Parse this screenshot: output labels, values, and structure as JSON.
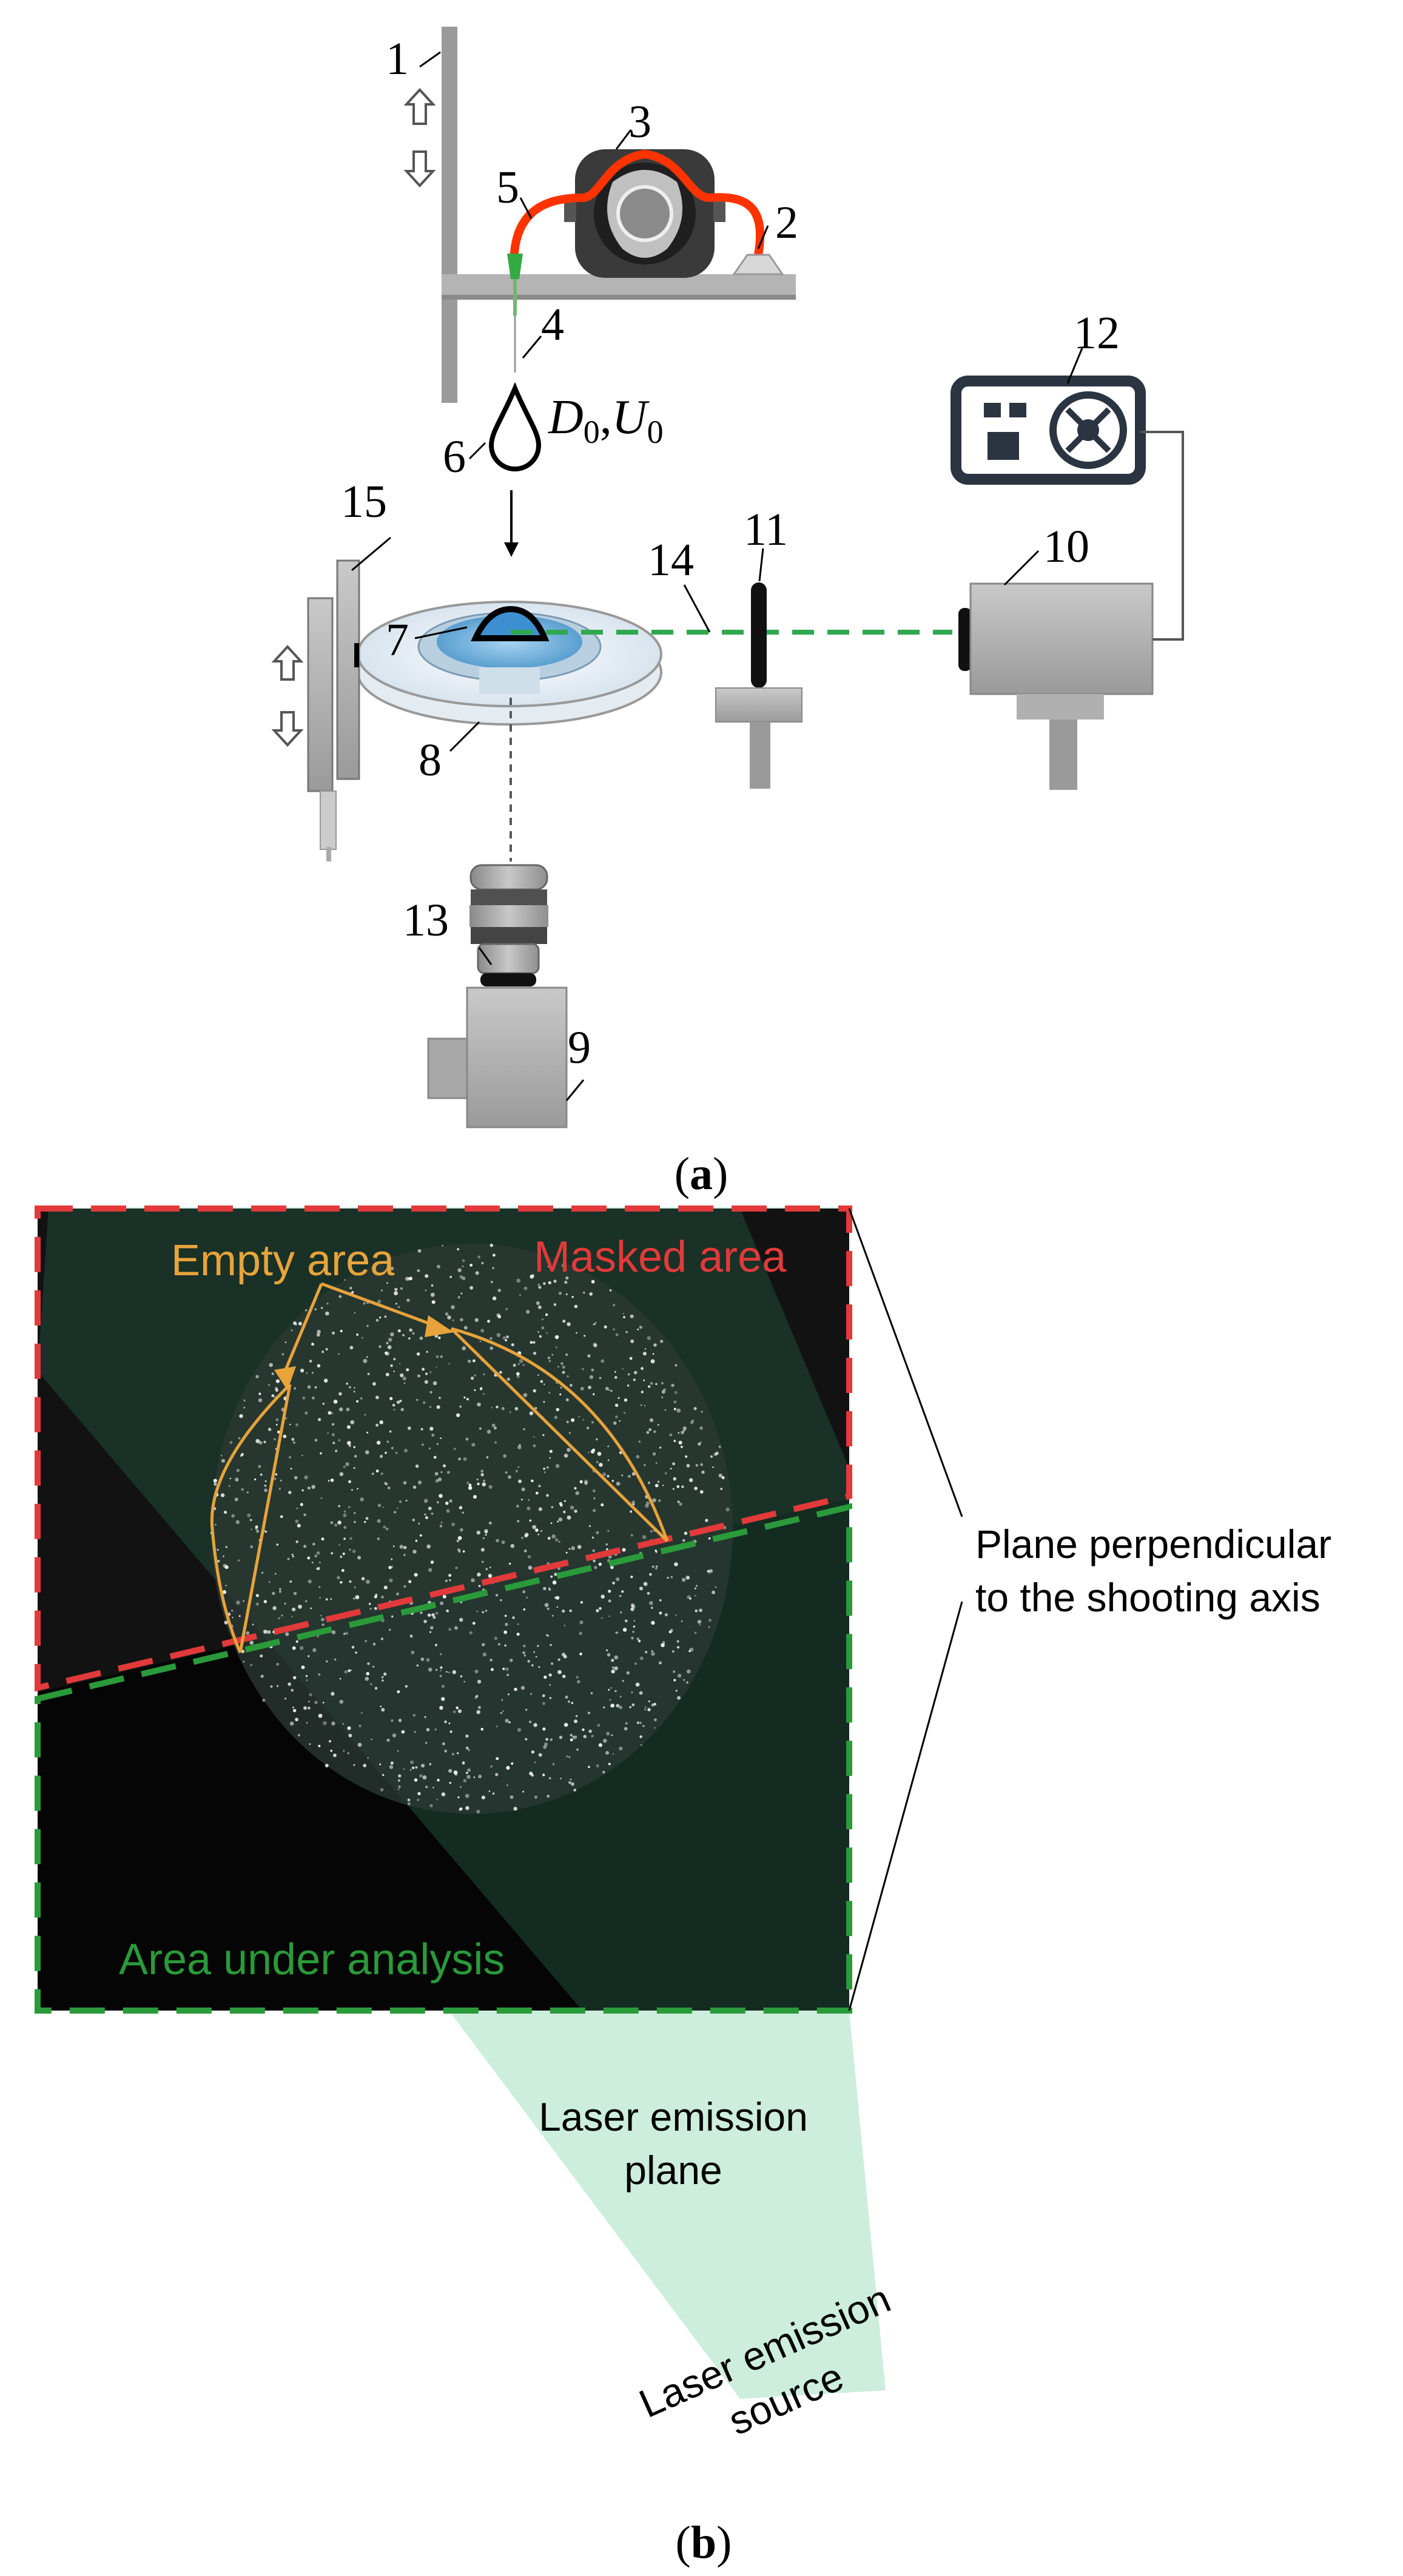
{
  "panel_a": {
    "caption_open": "(",
    "caption_letter": "a",
    "caption_close": ")",
    "labels": {
      "n1": "1",
      "n2": "2",
      "n3": "3",
      "n4": "4",
      "n5": "5",
      "n6": "6",
      "n7": "7",
      "n8": "8",
      "n9": "9",
      "n10": "10",
      "n11": "11",
      "n12": "12",
      "n13": "13",
      "n14": "14",
      "n15": "15"
    },
    "drop_params": {
      "d": "D",
      "d_sub": "0",
      "sep": ",",
      "u": "U",
      "u_sub": "0"
    },
    "colors": {
      "tubing": "#ff3300",
      "laser_beam": "#2fa84f",
      "needle": "#33aa44",
      "equipment": "#a6a6a6",
      "pump_body": "#3a3a3a"
    }
  },
  "panel_b": {
    "caption_open": "(",
    "caption_letter": "b",
    "caption_close": ")",
    "empty_area": "Empty area",
    "masked_area": "Masked area",
    "area_under_analysis": "Area under analysis",
    "plane_perpendicular_line1": "Plane perpendicular",
    "plane_perpendicular_line2": "to the shooting axis",
    "laser_plane_line1": "Laser emission",
    "laser_plane_line2": "plane",
    "laser_source_line1": "Laser emission",
    "laser_source_line2": "source",
    "colors": {
      "empty_area": "#e8a33a",
      "masked_area": "#e23a3a",
      "area_under_analysis": "#2a9a3a",
      "laser_plane": "#cdeedd",
      "background": "#121212"
    }
  }
}
